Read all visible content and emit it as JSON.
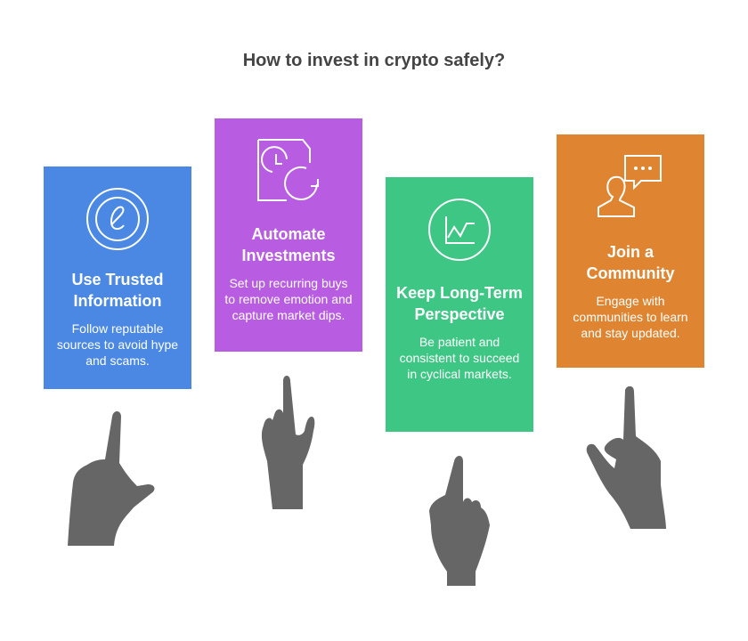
{
  "title": "How to invest in crypto safely?",
  "colors": {
    "blue": "#4a88e4",
    "purple": "#b85de1",
    "green": "#3ec784",
    "orange": "#df8532",
    "hand": "#666666",
    "title": "#444444"
  },
  "cards": [
    {
      "icon": "e-coin-icon",
      "heading": "Use Trusted Information",
      "text": "Follow reputable sources to avoid hype and scams."
    },
    {
      "icon": "document-clock-refresh-icon",
      "heading": "Automate Investments",
      "text": "Set up recurring buys to remove emotion and capture market dips."
    },
    {
      "icon": "chart-line-icon",
      "heading": "Keep Long-Term Perspective",
      "text": "Be patient and consistent to succeed in cyclical markets."
    },
    {
      "icon": "person-chat-icon",
      "heading": "Join a Community",
      "text": "Engage with communities to learn and stay updated."
    }
  ]
}
